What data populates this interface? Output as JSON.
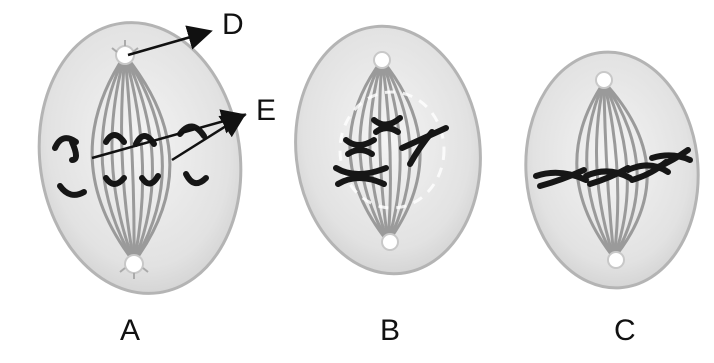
{
  "labels": {
    "cell_a": "A",
    "cell_b": "B",
    "cell_c": "C",
    "pointer_d": "D",
    "pointer_e": "E"
  },
  "colors": {
    "cell_fill": "#e6e6e6",
    "cell_outline": "#b4b4b4",
    "spindle": "#9a9a9a",
    "chromosome": "#161616",
    "arrow": "#111111"
  }
}
